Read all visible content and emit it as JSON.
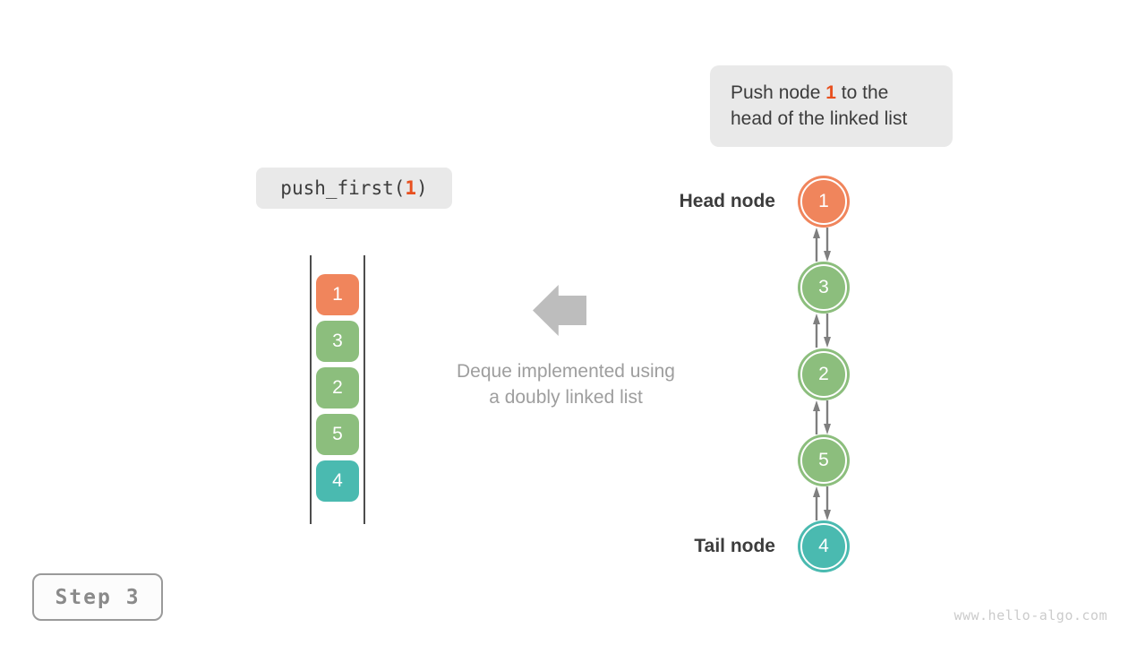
{
  "callout": {
    "prefix": "Push node ",
    "highlight": "1",
    "suffix": " to the",
    "line2": "head of the linked list"
  },
  "code_label": {
    "prefix": "push_first(",
    "arg": "1",
    "suffix": ")"
  },
  "stack": {
    "items": [
      {
        "value": "1",
        "color": "#F0855C"
      },
      {
        "value": "3",
        "color": "#8CBE7D"
      },
      {
        "value": "2",
        "color": "#8CBE7D"
      },
      {
        "value": "5",
        "color": "#8CBE7D"
      },
      {
        "value": "4",
        "color": "#4ABAB0"
      }
    ]
  },
  "caption": {
    "line1": "Deque implemented using",
    "line2": "a doubly linked list"
  },
  "linked_list": {
    "head_label": "Head node",
    "tail_label": "Tail node",
    "nodes": [
      {
        "value": "1",
        "color": "#F0855C"
      },
      {
        "value": "3",
        "color": "#8CBE7D"
      },
      {
        "value": "2",
        "color": "#8CBE7D"
      },
      {
        "value": "5",
        "color": "#8CBE7D"
      },
      {
        "value": "4",
        "color": "#4ABAB0"
      }
    ]
  },
  "icons": {
    "block_arrow": "left-block-arrow",
    "connector": "bidirectional-vertical-arrows"
  },
  "step_badge": {
    "label": "Step 3"
  },
  "watermark": {
    "text": "www.hello-algo.com"
  },
  "colors": {
    "highlight": "#E8501F",
    "connector": "#7F7F7F",
    "block_arrow": "#BDBDBD",
    "caption_text": "#9E9E9E",
    "label_bg": "#E9E9E9",
    "orange": "#F0855C",
    "green": "#8CBE7D",
    "teal": "#4ABAB0"
  }
}
